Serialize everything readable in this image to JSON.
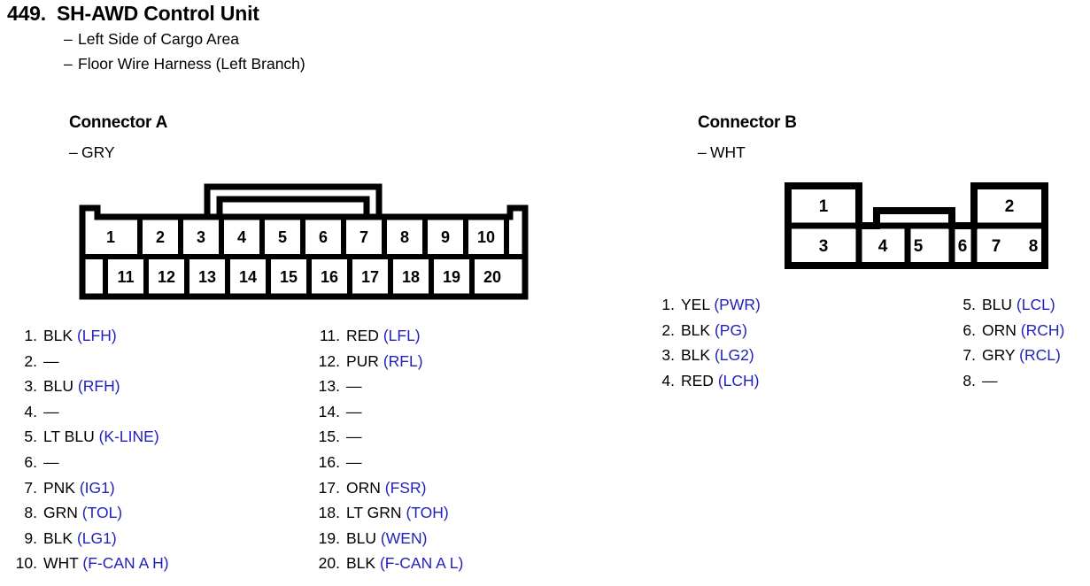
{
  "header": {
    "item_number": "449.",
    "title": "SH-AWD Control Unit",
    "dash": "–",
    "sub_lines": [
      "Left Side of Cargo Area",
      "Floor Wire Harness (Left Branch)"
    ]
  },
  "colors": {
    "signal_blue": "#2222bb",
    "text_black": "#000000",
    "line_black": "#000000",
    "background": "#ffffff"
  },
  "connector_a": {
    "heading": "Connector A",
    "color_label": "GRY",
    "dash": "–",
    "pin_count": 20,
    "top_row_pins": [
      "1",
      "2",
      "3",
      "4",
      "5",
      "6",
      "7",
      "8",
      "9",
      "10"
    ],
    "bottom_row_pins": [
      "11",
      "12",
      "13",
      "14",
      "15",
      "16",
      "17",
      "18",
      "19",
      "20"
    ],
    "pins_left": [
      {
        "num": "1.",
        "wire": "BLK",
        "signal": "(LFH)"
      },
      {
        "num": "2.",
        "wire": "—",
        "signal": ""
      },
      {
        "num": "3.",
        "wire": "BLU",
        "signal": "(RFH)"
      },
      {
        "num": "4.",
        "wire": "—",
        "signal": ""
      },
      {
        "num": "5.",
        "wire": "LT BLU",
        "signal": "(K-LINE)"
      },
      {
        "num": "6.",
        "wire": "—",
        "signal": ""
      },
      {
        "num": "7.",
        "wire": "PNK",
        "signal": "(IG1)"
      },
      {
        "num": "8.",
        "wire": "GRN",
        "signal": "(TOL)"
      },
      {
        "num": "9.",
        "wire": "BLK",
        "signal": "(LG1)"
      },
      {
        "num": "10.",
        "wire": "WHT",
        "signal": "(F-CAN A H)"
      }
    ],
    "pins_right": [
      {
        "num": "11.",
        "wire": "RED",
        "signal": "(LFL)"
      },
      {
        "num": "12.",
        "wire": "PUR",
        "signal": "(RFL)"
      },
      {
        "num": "13.",
        "wire": "—",
        "signal": ""
      },
      {
        "num": "14.",
        "wire": "—",
        "signal": ""
      },
      {
        "num": "15.",
        "wire": "—",
        "signal": ""
      },
      {
        "num": "16.",
        "wire": "—",
        "signal": ""
      },
      {
        "num": "17.",
        "wire": "ORN",
        "signal": "(FSR)"
      },
      {
        "num": "18.",
        "wire": "LT GRN",
        "signal": "(TOH)"
      },
      {
        "num": "19.",
        "wire": "BLU",
        "signal": "(WEN)"
      },
      {
        "num": "20.",
        "wire": "BLK",
        "signal": "(F-CAN A L)"
      }
    ]
  },
  "connector_b": {
    "heading": "Connector B",
    "color_label": "WHT",
    "dash": "–",
    "pin_count": 8,
    "top_row_pins": [
      "1",
      "2"
    ],
    "bottom_row_pins": [
      "3",
      "4",
      "5",
      "6",
      "7",
      "8"
    ],
    "pins_left": [
      {
        "num": "1.",
        "wire": "YEL",
        "signal": "(PWR)"
      },
      {
        "num": "2.",
        "wire": "BLK",
        "signal": "(PG)"
      },
      {
        "num": "3.",
        "wire": "BLK",
        "signal": "(LG2)"
      },
      {
        "num": "4.",
        "wire": "RED",
        "signal": "(LCH)"
      }
    ],
    "pins_right": [
      {
        "num": "5.",
        "wire": "BLU",
        "signal": "(LCL)"
      },
      {
        "num": "6.",
        "wire": "ORN",
        "signal": "(RCH)"
      },
      {
        "num": "7.",
        "wire": "GRY",
        "signal": "(RCL)"
      },
      {
        "num": "8.",
        "wire": "—",
        "signal": ""
      }
    ]
  }
}
